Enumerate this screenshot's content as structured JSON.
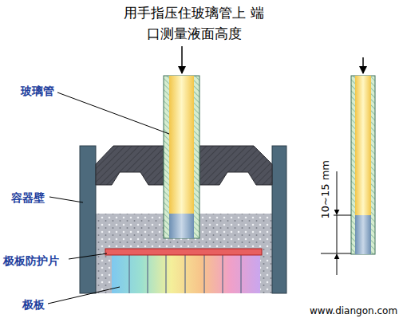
{
  "diagram": {
    "labels": [
      "用手指压住玻璃管上 端口测量液面高度",
      "玻璃管",
      "容器壁",
      "极板防护片",
      "极板",
      "10~15 mm",
      "www.diangon.com"
    ]
  }
}
